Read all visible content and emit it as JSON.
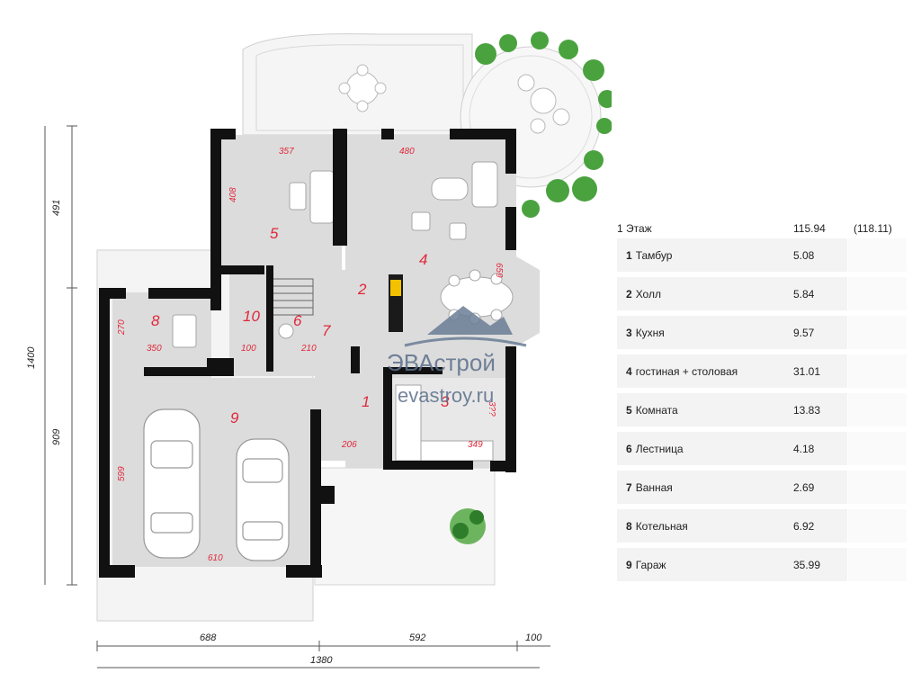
{
  "floor_table": {
    "title": "1 Этаж",
    "total": "115.94",
    "total_alt": "(118.11)",
    "rooms": [
      {
        "num": "1",
        "name": "Тамбур",
        "area": "5.08"
      },
      {
        "num": "2",
        "name": "Холл",
        "area": "5.84"
      },
      {
        "num": "3",
        "name": "Кухня",
        "area": "9.57"
      },
      {
        "num": "4",
        "name": "гостиная + столовая",
        "area": "31.01"
      },
      {
        "num": "5",
        "name": "Комната",
        "area": "13.83"
      },
      {
        "num": "6",
        "name": "Лестница",
        "area": "4.18"
      },
      {
        "num": "7",
        "name": "Ванная",
        "area": "2.69"
      },
      {
        "num": "8",
        "name": "Котельная",
        "area": "6.92"
      },
      {
        "num": "9",
        "name": "Гараж",
        "area": "35.99"
      }
    ]
  },
  "plan": {
    "room_labels": {
      "r1": "1",
      "r2": "2",
      "r3": "3",
      "r4": "4",
      "r5": "5",
      "r6": "6",
      "r7": "7",
      "r8": "8",
      "r9": "9",
      "r10": "10"
    },
    "inner_dims": {
      "d357": "357",
      "d480": "480",
      "d408": "408",
      "d659": "659",
      "d270": "270",
      "d350": "350",
      "d100": "100",
      "d210": "210",
      "d206": "206",
      "d349": "349",
      "d599": "599",
      "d610": "610",
      "d3xx": "3??"
    },
    "outer_dims": {
      "left_top": "491",
      "left_total": "1400",
      "left_bottom": "909",
      "bottom_left": "688",
      "bottom_mid": "592",
      "bottom_right": "100",
      "bottom_total": "1380"
    }
  },
  "watermark": {
    "name": "ЭВАстрой",
    "site": "evastroy.ru"
  },
  "colors": {
    "wall": "#111111",
    "floor": "#dcdcdc",
    "dim_red": "#e0283a",
    "terrace": "#f4f4f4",
    "garden": "#3f9a3a"
  }
}
